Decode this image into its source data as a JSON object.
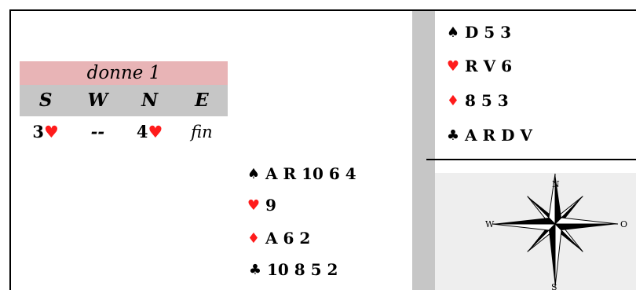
{
  "auction": {
    "title": "donne 1",
    "seats": [
      "S",
      "W",
      "N",
      "E"
    ],
    "bids": [
      {
        "level": "3",
        "suit": "♥"
      },
      {
        "level": "--",
        "suit": ""
      },
      {
        "level": "4",
        "suit": "♥"
      },
      {
        "level": "fin",
        "suit": ""
      }
    ]
  },
  "north": {
    "spades": "D 5 3",
    "hearts": "R V 6",
    "diamonds": "8 5 3",
    "clubs": "A R D V"
  },
  "south": {
    "spades": "A R 10 6 4",
    "hearts": "9",
    "diamonds": "A 6 2",
    "clubs": "10 8 5 2"
  },
  "suits": {
    "spades": "♠",
    "hearts": "♥",
    "diamonds": "♦",
    "clubs": "♣"
  },
  "compass": {
    "n": "N",
    "s": "S",
    "w": "W",
    "e": "O"
  },
  "colors": {
    "red_suit": "#ff1b1b",
    "title_band": "#e8b4b6",
    "header_band": "#c6c6c6"
  }
}
